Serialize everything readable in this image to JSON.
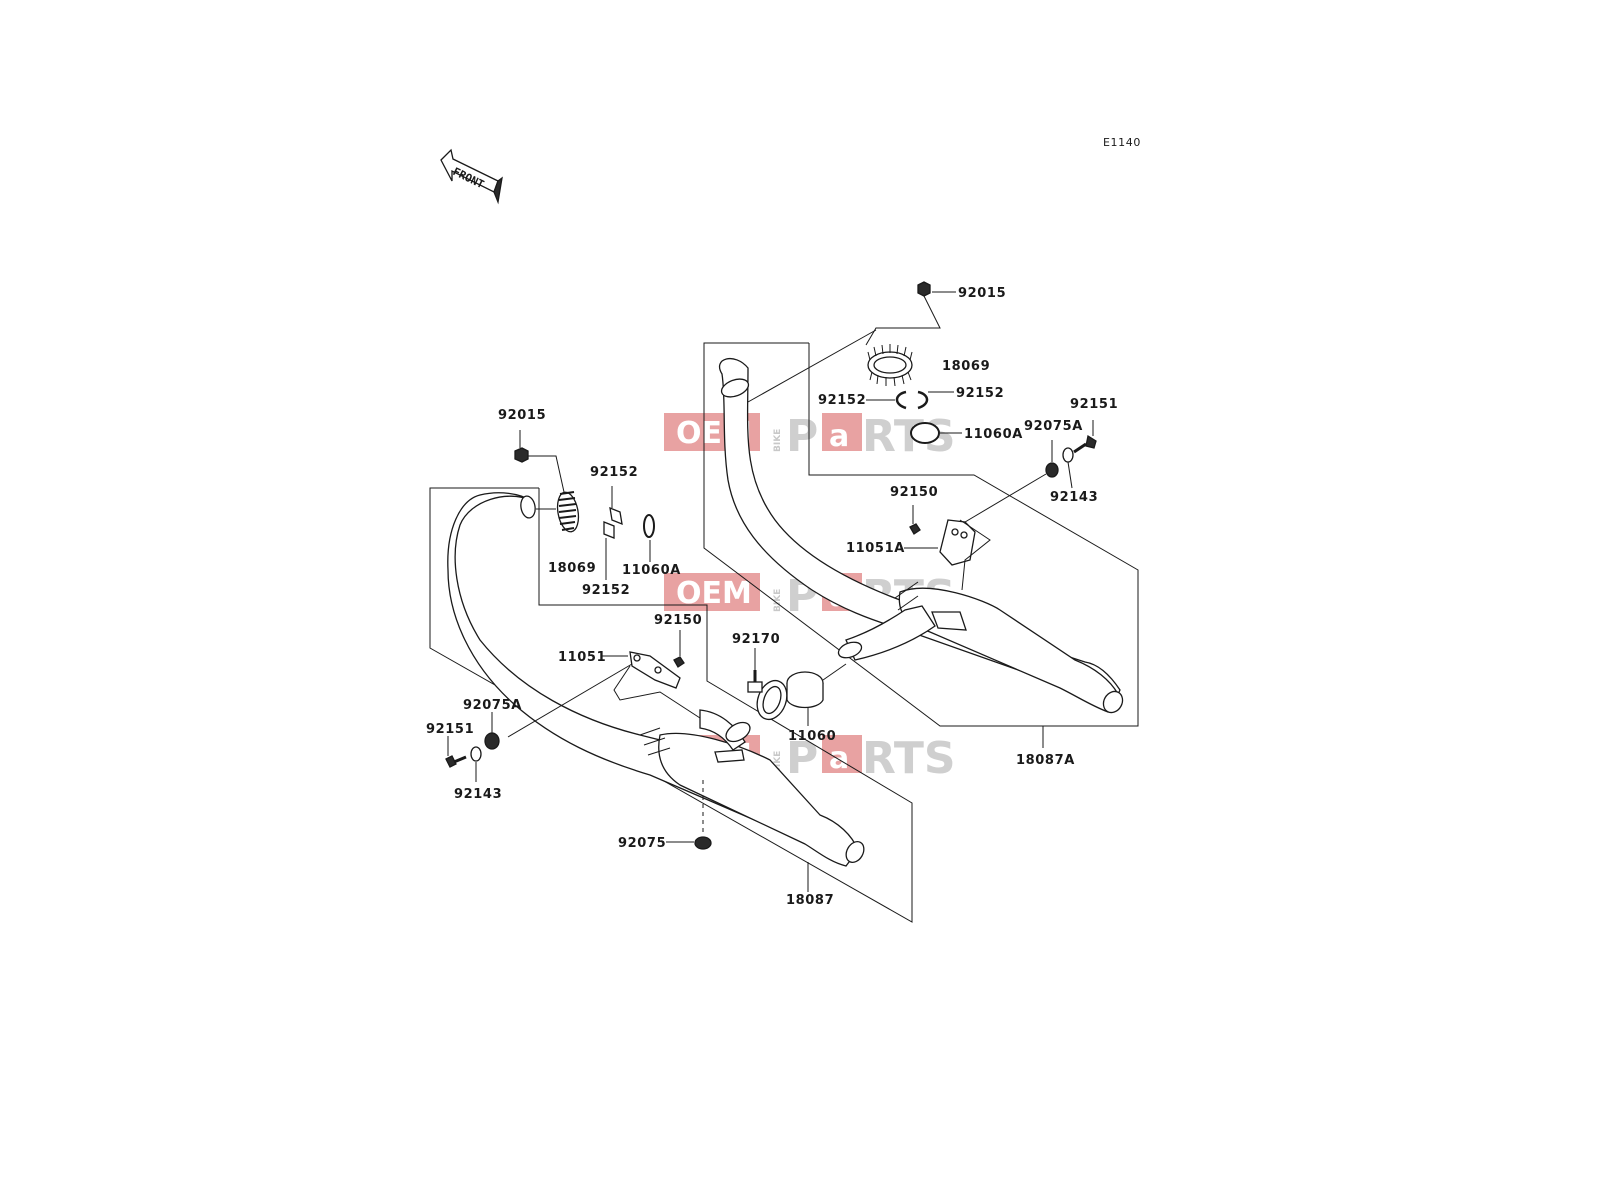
{
  "diagram_code": "E1140",
  "front_label": "FRONT",
  "watermark": {
    "oem": "OEM",
    "bike": "BIKE",
    "p": "P",
    "a": "a",
    "rts": "RTS"
  },
  "colors": {
    "watermark_red": "#e8a2a2",
    "watermark_gray": "#cfcfcf",
    "line": "#1a1a1a"
  },
  "labels": {
    "r_92015": "92015",
    "r_18069": "18069",
    "r_92152a": "92152",
    "r_92152b": "92152",
    "r_11060A": "11060A",
    "r_92151": "92151",
    "r_92075A": "92075A",
    "r_92143": "92143",
    "r_92150": "92150",
    "r_11051A": "11051A",
    "r_18087A": "18087A",
    "l_92015": "92015",
    "l_92152a": "92152",
    "l_18069": "18069",
    "l_92152b": "92152",
    "l_11060A": "11060A",
    "l_92150": "92150",
    "l_11051": "11051",
    "l_92075A": "92075A",
    "l_92151": "92151",
    "l_92143": "92143",
    "l_92075": "92075",
    "l_18087": "18087",
    "c_92170": "92170",
    "c_11060": "11060"
  }
}
